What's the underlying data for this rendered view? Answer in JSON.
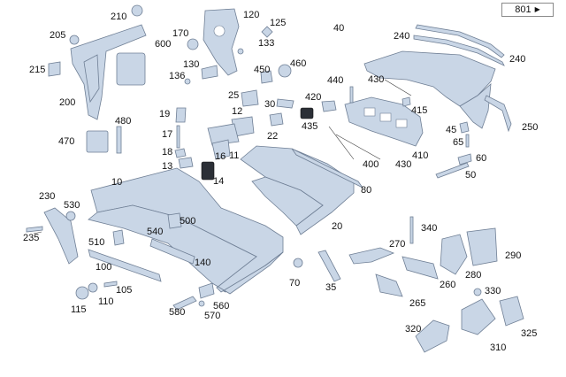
{
  "page_ref": {
    "label": "801",
    "arrow": "▶"
  },
  "colors": {
    "part_fill": "#c9d6e6",
    "part_stroke": "#6f7f95",
    "label": "#111111",
    "dark_part": "#2b2f36"
  },
  "labels": {
    "l10": "10",
    "l11": "11",
    "l12": "12",
    "l13": "13",
    "l14": "14",
    "l16": "16",
    "l17": "17",
    "l18": "18",
    "l19": "19",
    "l20": "20",
    "l22": "22",
    "l25": "25",
    "l30": "30",
    "l35": "35",
    "l40": "40",
    "l45": "45",
    "l50": "50",
    "l60": "60",
    "l65": "65",
    "l70": "70",
    "l80": "80",
    "l100": "100",
    "l105": "105",
    "l110": "110",
    "l115": "115",
    "l120": "120",
    "l125": "125",
    "l130": "130",
    "l133": "133",
    "l136": "136",
    "l140": "140",
    "l170": "170",
    "l200": "200",
    "l205": "205",
    "l210": "210",
    "l215": "215",
    "l230": "230",
    "l235": "235",
    "l240a": "240",
    "l240b": "240",
    "l250": "250",
    "l260": "260",
    "l265": "265",
    "l270": "270",
    "l280": "280",
    "l290": "290",
    "l310": "310",
    "l320": "320",
    "l325": "325",
    "l330": "330",
    "l340": "340",
    "l400": "400",
    "l410": "410",
    "l415": "415",
    "l420": "420",
    "l430a": "430",
    "l430b": "430",
    "l435": "435",
    "l440": "440",
    "l450": "450",
    "l460": "460",
    "l470": "470",
    "l480": "480",
    "l500": "500",
    "l510": "510",
    "l530": "530",
    "l540": "540",
    "l560": "560",
    "l570": "570",
    "l580": "580",
    "l600": "600"
  }
}
